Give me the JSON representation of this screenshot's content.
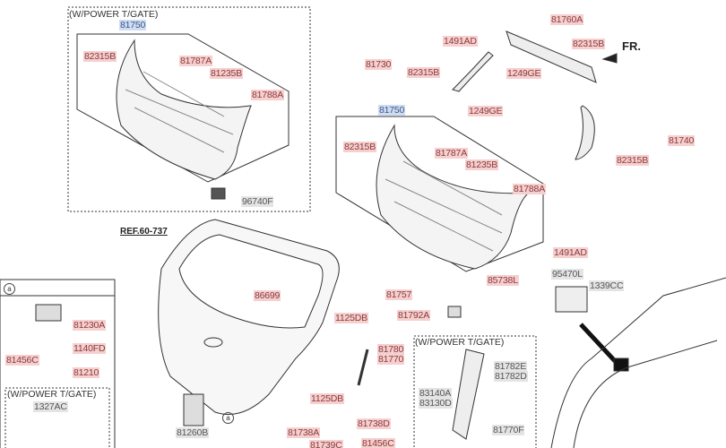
{
  "titles": {
    "power_tgate_1": "(W/POWER T/GATE)",
    "power_tgate_2": "(W/POWER T/GATE)",
    "power_tgate_3": "(W/POWER T/GATE)",
    "ref": "REF.60-737",
    "front": "FR.",
    "callout_a": "a",
    "callout_a2": "a"
  },
  "labels": {
    "p1": "81750",
    "p2": "82315B",
    "p3": "81787A",
    "p4": "81235B",
    "p5": "81788A",
    "p6": "96740F",
    "p7": "1491AD",
    "p8": "81760A",
    "p9": "82315B",
    "p10": "81730",
    "p11": "82315B",
    "p12": "1249GE",
    "p13": "81750",
    "p14": "1249GE",
    "p15": "82315B",
    "p16": "81787A",
    "p17": "81235B",
    "p18": "81788A",
    "p19": "81740",
    "p20": "82315B",
    "p21": "1491AD",
    "p22": "95470L",
    "p23": "1339CC",
    "p24": "85738L",
    "p25": "81757",
    "p26": "81792A",
    "p27": "86699",
    "p28": "1125DB",
    "p29": "81780",
    "p30": "81770",
    "p31": "81230A",
    "p32": "1140FD",
    "p33": "81456C",
    "p34": "81210",
    "p35": "1327AC",
    "p36": "81260B",
    "p37": "1125DB",
    "p38": "81738D",
    "p39": "81738A",
    "p40": "81739C",
    "p41": "81456C",
    "p42": "81782E",
    "p43": "81782D",
    "p44": "83140A",
    "p45": "83130D",
    "p46": "81770F"
  }
}
